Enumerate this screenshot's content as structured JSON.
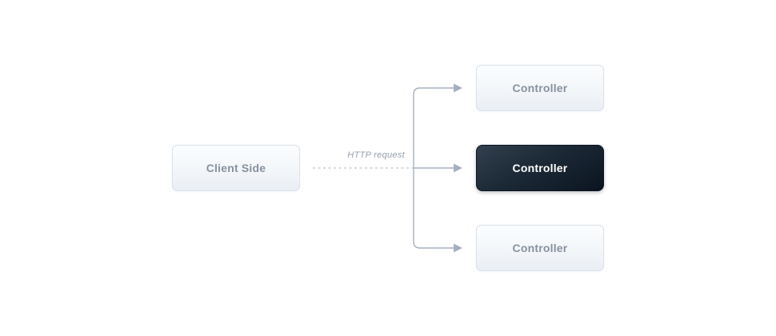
{
  "diagram": {
    "client_box": {
      "label": "Client Side"
    },
    "http_label": "HTTP request",
    "controllers": [
      {
        "label": "Controller",
        "variant": "light",
        "highlighted": false
      },
      {
        "label": "Controller",
        "variant": "dark",
        "highlighted": true
      },
      {
        "label": "Controller",
        "variant": "light",
        "highlighted": false
      }
    ],
    "colors": {
      "background": "#ffffff",
      "connector": "#a7b0bc",
      "dashed_connector": "#c7ced7",
      "light_box_border": "#d9e1ea",
      "light_box_text": "#87919f",
      "client_box_text": "#525f6e",
      "dark_box_bg_top": "#32404f",
      "dark_box_bg_bottom": "#0b1521",
      "dark_box_text": "#ffffff",
      "http_label_color": "#97a0ad"
    }
  }
}
